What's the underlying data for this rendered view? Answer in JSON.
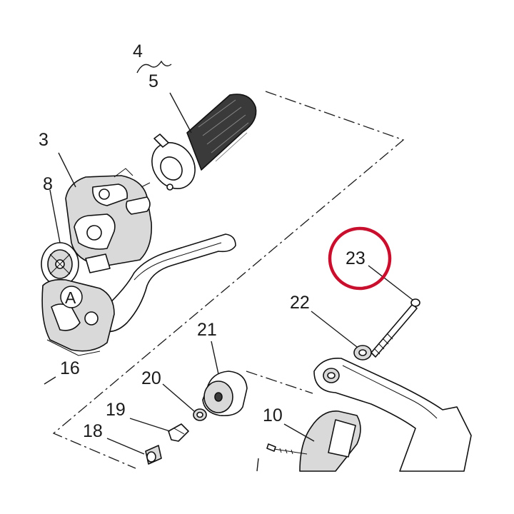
{
  "callouts": {
    "c4": "4",
    "c5": "5",
    "c3": "3",
    "c8": "8",
    "cA": "A",
    "c16": "16",
    "c18": "18",
    "c19": "19",
    "c20": "20",
    "c21": "21",
    "c10": "10",
    "c22": "22",
    "c23": "23"
  },
  "highlight": {
    "target": "23",
    "color": "#c8102e"
  },
  "colors": {
    "ink": "#111111",
    "grip": "#3a3a3a",
    "shade": "#d9d9d9"
  }
}
